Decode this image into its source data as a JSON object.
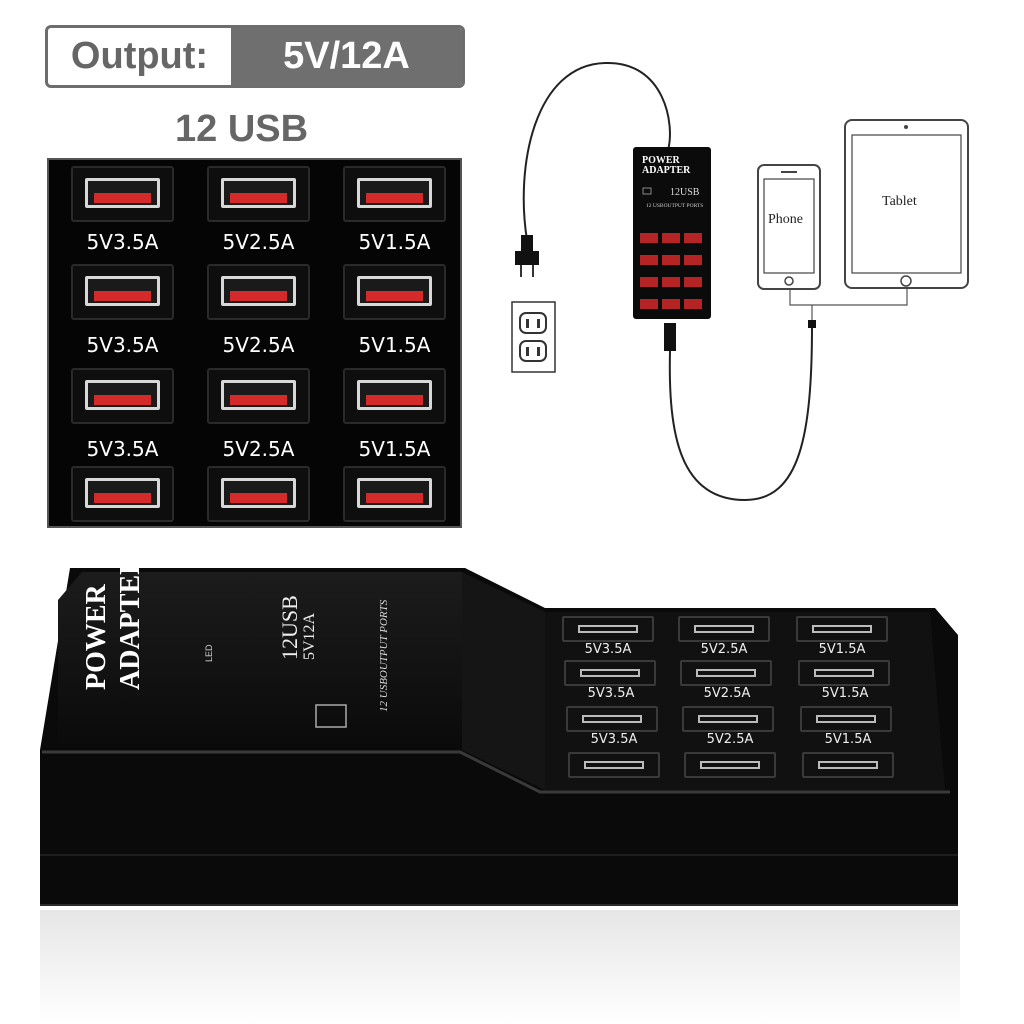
{
  "badge": {
    "label": "Output:",
    "value": "5V/12A"
  },
  "usb_title": "12 USB",
  "panel": {
    "rows": [
      [
        "5V3.5A",
        "5V2.5A",
        "5V1.5A"
      ],
      [
        "5V3.5A",
        "5V2.5A",
        "5V1.5A"
      ],
      [
        "5V3.5A",
        "5V2.5A",
        "5V1.5A"
      ],
      [
        "",
        "",
        ""
      ]
    ]
  },
  "diagram": {
    "adapter_title": "POWER ADAPTER",
    "adapter_sub": "12 USBOUTPUT PORTS",
    "phone_label": "Phone",
    "tablet_label": "Tablet"
  },
  "device": {
    "brand_line1": "POWER",
    "brand_line2": "ADAPTER",
    "led_label": "LED",
    "logo_text": "12USB",
    "logo_sub": "5V12A",
    "ports_text": "12 USBOUTPUT PORTS",
    "rows": [
      [
        "5V3.5A",
        "5V2.5A",
        "5V1.5A"
      ],
      [
        "5V3.5A",
        "5V2.5A",
        "5V1.5A"
      ],
      [
        "5V3.5A",
        "5V2.5A",
        "5V1.5A"
      ]
    ]
  },
  "colors": {
    "port_red": "#d42a2a",
    "badge_grey": "#6f6f6f",
    "body": "#0a0a0a"
  }
}
